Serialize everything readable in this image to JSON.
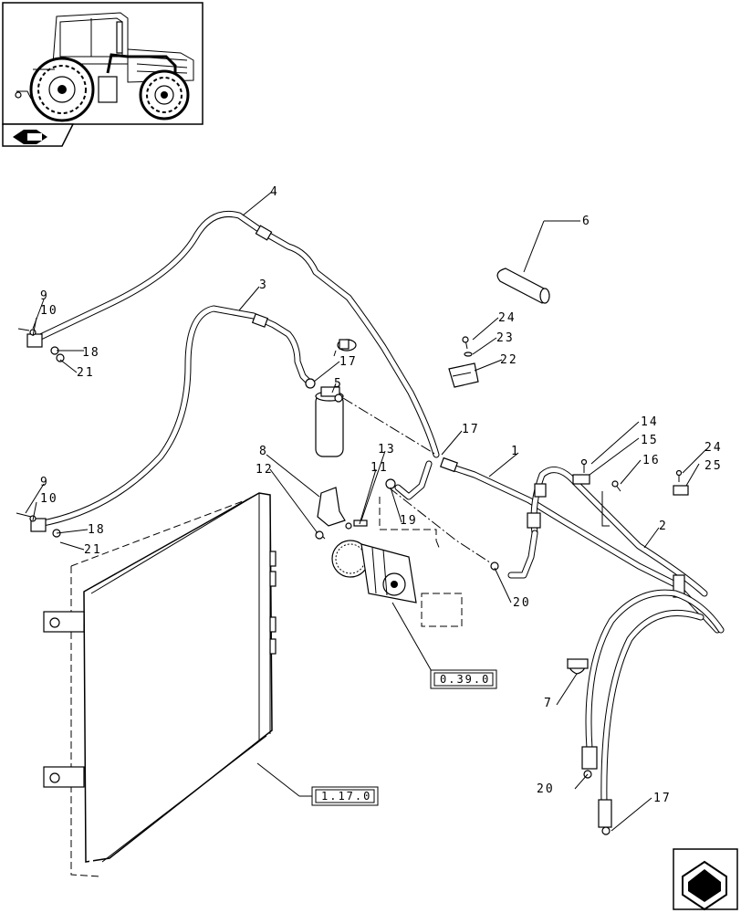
{
  "thumbnail": {
    "icon": "tractor-thumbnail"
  },
  "nav_icon_top": "return-arrow-icon",
  "nav_icon_bottom": "next-page-arrow-icon",
  "callouts": {
    "c1": "1",
    "c2": "2",
    "c3": "3",
    "c4": "4",
    "c5": "5",
    "c6": "6",
    "c7": "7",
    "c8": "8",
    "c9a": "9",
    "c10a": "10",
    "c9b": "9",
    "c10b": "10",
    "c11": "11",
    "c12": "12",
    "c13": "13",
    "c14": "14",
    "c15": "15",
    "c16": "16",
    "c17a": "17",
    "c17b": "17",
    "c17c": "17",
    "c18a": "18",
    "c18b": "18",
    "c19": "19",
    "c20a": "20",
    "c20b": "20",
    "c21a": "21",
    "c21b": "21",
    "c22": "22",
    "c23": "23",
    "c24a": "24",
    "c24b": "24",
    "c25": "25"
  },
  "references": {
    "compressor_ref": "0.39.0",
    "condenser_ref": "1.17.0"
  }
}
